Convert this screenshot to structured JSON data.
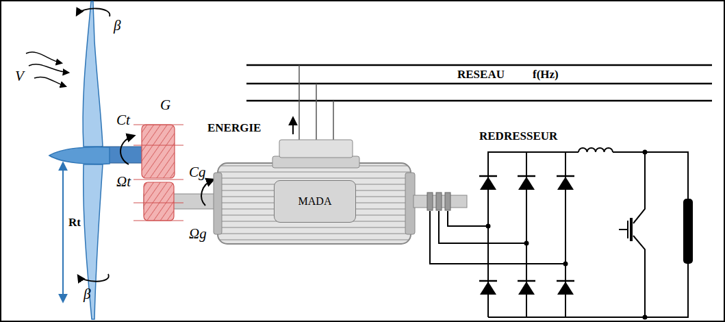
{
  "diagram": {
    "nodes": [
      {
        "text": [
          "MADA"
        ]
      }
    ],
    "edges": [],
    "labels": [
      "V",
      "β",
      "Ct",
      "Ωt",
      "G",
      "Cg",
      "Ωg",
      "Rt",
      "β",
      "ENERGIE",
      "RESEAU",
      "f(Hz)",
      "REDRESSEUR"
    ]
  }
}
